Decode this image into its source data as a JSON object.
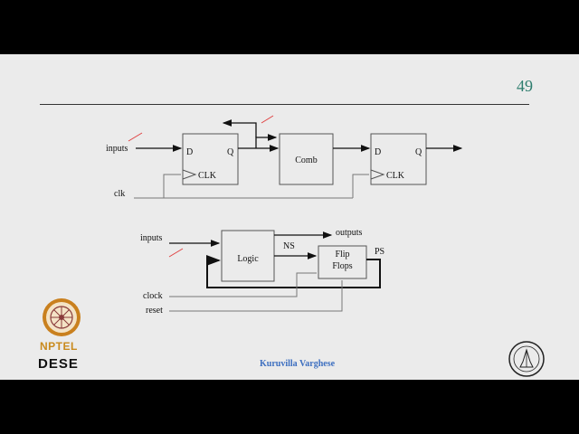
{
  "page_number": "49",
  "top_diagram": {
    "input_label": "inputs",
    "clk_label": "clk",
    "ff1": {
      "d": "D",
      "q": "Q",
      "clk": "CLK"
    },
    "comb": "Comb",
    "ff2": {
      "d": "D",
      "q": "Q",
      "clk": "CLK"
    }
  },
  "bottom_diagram": {
    "inputs": "inputs",
    "logic": "Logic",
    "outputs": "outputs",
    "ns": "NS",
    "ff_line1": "Flip",
    "ff_line2": "Flops",
    "ps": "PS",
    "clock": "clock",
    "reset": "reset"
  },
  "footer": {
    "author": "Kuruvilla Varghese",
    "logo_left": "NPTEL",
    "logo_dese": "DESE"
  },
  "colors": {
    "page_number": "#2e7d6e",
    "author": "#3d6fc0",
    "annotation": "#e04040",
    "logo_nptel": "#c98a1d"
  }
}
